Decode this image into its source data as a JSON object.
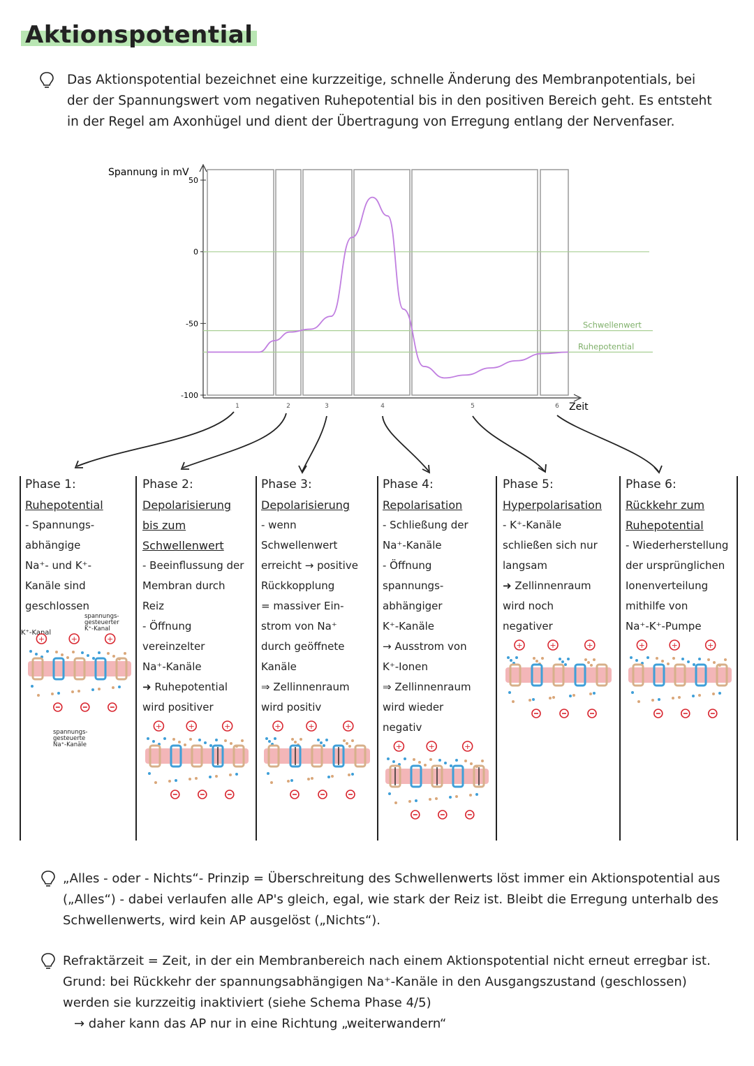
{
  "title": "Aktionspotential",
  "intro": "Das Aktionspotential bezeichnet eine kurzzeitige, schnelle Änderung des Membranpotentials, bei der der Spannungswert vom negativen Ruhepotential bis in den positiven Bereich geht. Es entsteht in der Regel am Axonhügel und dient der Übertragung von Erregung entlang der Nervenfaser.",
  "chart_data": {
    "type": "line",
    "ylabel": "Spannung in mV",
    "xlabel": "Zeit",
    "yticks": [
      "50",
      "0",
      "-50",
      "-100"
    ],
    "ylim": [
      -100,
      50
    ],
    "xticks": [
      "1",
      "2",
      "3",
      "4",
      "5",
      "6"
    ],
    "reference_lines": [
      {
        "name": "Schwellenwert",
        "value": -55
      },
      {
        "name": "Ruhepotential",
        "value": -70
      }
    ],
    "x": [
      0,
      1,
      1.3,
      1.6,
      2,
      2.4,
      2.8,
      3.2,
      3.5,
      3.8,
      4.2,
      4.6,
      5.0,
      5.5,
      6.0,
      6.5,
      7.0
    ],
    "values": [
      -70,
      -70,
      -62,
      -56,
      -54,
      -45,
      10,
      38,
      25,
      -40,
      -80,
      -88,
      -86,
      -81,
      -76,
      -71,
      -70
    ],
    "color": "#c07ee0"
  },
  "phases": [
    {
      "title": "Phase 1:",
      "subtitle": "Ruhepotential",
      "text": "- Spannungs-\nabhängige\nNa⁺- und K⁺-\nKanäle sind\ngeschlossen",
      "labels": [
        "K⁺-Kanal",
        "spannungs-\ngesteuerter\nK⁺-Kanal",
        "spannungs-\ngesteuerte\nNa⁺-Kanäle"
      ]
    },
    {
      "title": "Phase 2:",
      "subtitle": "Depolarisierung\nbis zum\nSchwellenwert",
      "text": "- Beeinflussung der\nMembran durch\nReiz\n- Öffnung\nvereinzelter\nNa⁺-Kanäle\n➜ Ruhepotential\nwird positiver"
    },
    {
      "title": "Phase 3:",
      "subtitle": "Depolarisierung",
      "text": "- wenn Schwellenwert\nerreicht → positive\nRückkopplung\n= massiver Ein-\nstrom von Na⁺\ndurch geöffnete\nKanäle\n⇒ Zellinnenraum\nwird positiv"
    },
    {
      "title": "Phase 4:",
      "subtitle": "Repolarisation",
      "text": "- Schließung der\nNa⁺-Kanäle\n- Öffnung\nspannungs-\nabhängiger\nK⁺-Kanäle\n→ Ausstrom von\nK⁺-Ionen\n⇒ Zellinnenraum\nwird wieder\nnegativ"
    },
    {
      "title": "Phase 5:",
      "subtitle": "Hyperpolarisation",
      "text": "- K⁺-Kanäle\nschließen sich nur\nlangsam\n➜ Zellinnenraum\nwird noch\nnegativer"
    },
    {
      "title": "Phase 6:",
      "subtitle": "Rückkehr zum\nRuhepotential",
      "text": "- Wiederherstellung\nder ursprünglichen\nIonenverteilung\nmithilfe von\nNa⁺-K⁺-Pumpe"
    }
  ],
  "prinzip": "„Alles - oder - Nichts“- Prinzip = Überschreitung des Schwellenwerts löst immer ein Aktionspotential aus („Alles“) - dabei verlaufen alle AP's gleich, egal, wie stark der Reiz ist. Bleibt die Erregung unterhalb des Schwellenwerts, wird kein AP ausgelöst („Nichts“).",
  "refraktaer": "Refraktärzeit = Zeit, in der ein Membranbereich nach einem Aktionspotential nicht erneut erregbar ist. Grund: bei Rückkehr der spannungsabhängigen Na⁺-Kanäle in den Ausgangszustand (geschlossen) werden sie kurzzeitig inaktiviert (siehe Schema Phase 4/5)",
  "refraktaer_note": "→ daher kann das AP nur in eine Richtung „weiterwandern“",
  "colors": {
    "curve": "#c07ee0",
    "guide": "#a9cf95",
    "membrane": "#f3b6b8",
    "channel": "#3f9fd8",
    "plus": "#d8262f",
    "highlight": "#c9ecc4"
  }
}
